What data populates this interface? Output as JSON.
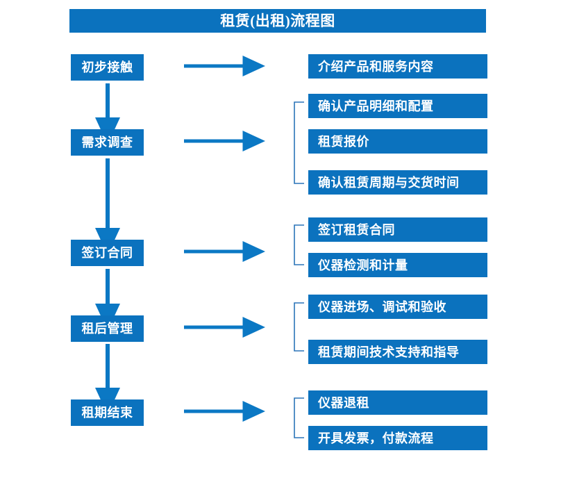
{
  "title": {
    "text": "租赁(出租)流程图"
  },
  "colors": {
    "box_fill": "#0b72be",
    "box_text": "#ffffff",
    "arrow": "#0b78c4",
    "bracket": "#2a74b8",
    "background": "#ffffff"
  },
  "stages": [
    {
      "id": "stage-1",
      "label": "初步接触"
    },
    {
      "id": "stage-2",
      "label": "需求调查"
    },
    {
      "id": "stage-3",
      "label": "签订合同"
    },
    {
      "id": "stage-4",
      "label": "租后管理"
    },
    {
      "id": "stage-5",
      "label": "租期结束"
    }
  ],
  "details": [
    {
      "id": "detail-1",
      "label": "介绍产品和服务内容",
      "stage": "初步接触",
      "grouped": false
    },
    {
      "id": "detail-2",
      "label": "确认产品明细和配置",
      "stage": "需求调查",
      "grouped": true
    },
    {
      "id": "detail-3",
      "label": "租赁报价",
      "stage": "需求调查",
      "grouped": true
    },
    {
      "id": "detail-4",
      "label": "确认租赁周期与交货时间",
      "stage": "需求调查",
      "grouped": true
    },
    {
      "id": "detail-5",
      "label": "签订租赁合同",
      "stage": "签订合同",
      "grouped": true
    },
    {
      "id": "detail-6",
      "label": "仪器检测和计量",
      "stage": "签订合同",
      "grouped": true
    },
    {
      "id": "detail-7",
      "label": "仪器进场、调试和验收",
      "stage": "租后管理",
      "grouped": true
    },
    {
      "id": "detail-8",
      "label": "租赁期间技术支持和指导",
      "stage": "租后管理",
      "grouped": true
    },
    {
      "id": "detail-9",
      "label": "仪器退租",
      "stage": "租期结束",
      "grouped": true
    },
    {
      "id": "detail-10",
      "label": "开具发票，付款流程",
      "stage": "租期结束",
      "grouped": true
    }
  ],
  "connectors": {
    "vertical_arrows": [
      {
        "from": "初步接触",
        "to": "需求调查"
      },
      {
        "from": "需求调查",
        "to": "签订合同"
      },
      {
        "from": "签订合同",
        "to": "租后管理"
      },
      {
        "from": "租后管理",
        "to": "租期结束"
      }
    ],
    "horizontal_arrows": [
      {
        "from": "初步接触",
        "to": "介绍产品和服务内容"
      },
      {
        "from": "需求调查",
        "to": "确认产品明细和配置"
      },
      {
        "from": "签订合同",
        "to": "签订租赁合同"
      },
      {
        "from": "租后管理",
        "to": "仪器进场、调试和验收"
      },
      {
        "from": "租期结束",
        "to": "仪器退租"
      }
    ],
    "brackets": [
      {
        "group": "需求调查",
        "items": 3
      },
      {
        "group": "签订合同",
        "items": 2
      },
      {
        "group": "租后管理",
        "items": 2
      },
      {
        "group": "租期结束",
        "items": 2
      }
    ]
  }
}
